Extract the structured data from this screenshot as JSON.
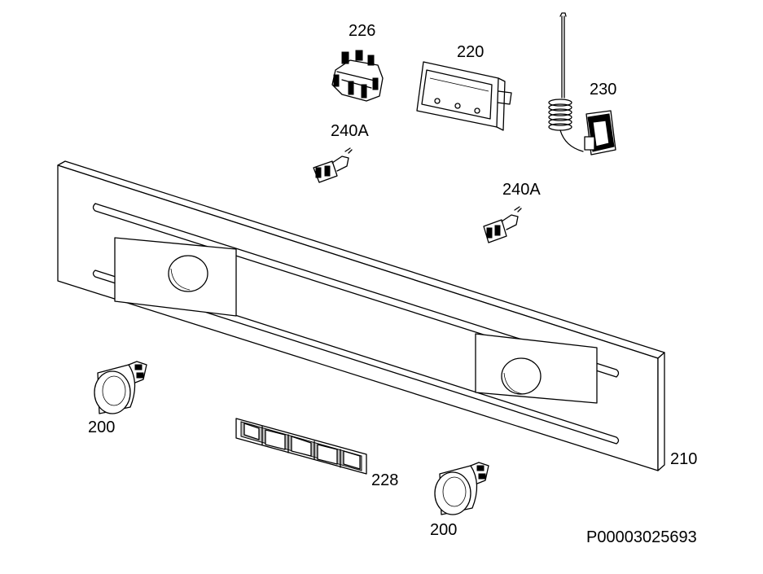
{
  "labels": {
    "p226": "226",
    "p220": "220",
    "p230": "230",
    "p240a_top": "240A",
    "p240a_right": "240A",
    "p200_left": "200",
    "p200_bottom": "200",
    "p228": "228",
    "p210": "210"
  },
  "drawing_id": "P00003025693"
}
